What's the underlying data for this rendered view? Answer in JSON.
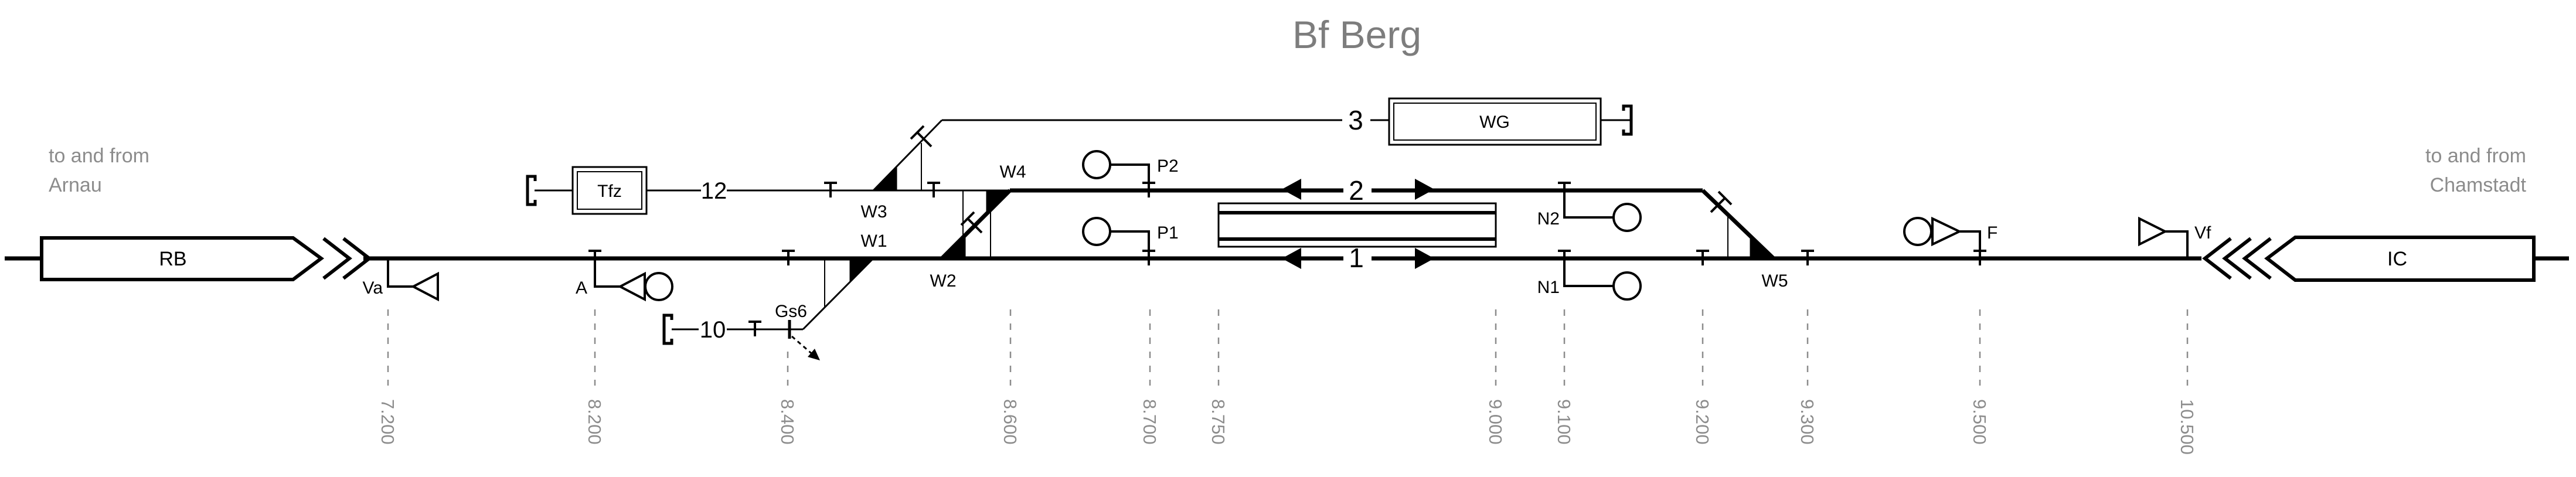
{
  "title": "Bf Berg",
  "connections": {
    "left": {
      "line1": "to and from",
      "line2": "Arnau"
    },
    "right": {
      "line1": "to and from",
      "line2": "Chamstadt"
    }
  },
  "trains": {
    "left_label": "RB",
    "right_label": "IC"
  },
  "boxes": {
    "tfz_label": "Tfz",
    "wg_label": "WG"
  },
  "track_numbers": {
    "track1": "1",
    "track2": "2",
    "track3": "3",
    "track10": "10",
    "track12": "12"
  },
  "switch_labels": {
    "w1": "W1",
    "w2": "W2",
    "w3": "W3",
    "w4": "W4",
    "w5": "W5"
  },
  "derail_label": "Gs6",
  "signal_labels": {
    "va": "Va",
    "a": "A",
    "p1": "P1",
    "p2": "P2",
    "n1": "N1",
    "n2": "N2",
    "f": "F",
    "vf": "Vf"
  },
  "km_markers": [
    {
      "label": "7.200"
    },
    {
      "label": "8.200"
    },
    {
      "label": "8.400"
    },
    {
      "label": "8.600"
    },
    {
      "label": "8.700"
    },
    {
      "label": "8.750"
    },
    {
      "label": "9.000"
    },
    {
      "label": "9.100"
    },
    {
      "label": "9.200"
    },
    {
      "label": "9.300"
    },
    {
      "label": "9.500"
    },
    {
      "label": "10.500"
    }
  ],
  "colors": {
    "ink": "#000000",
    "muted_text": "#8c8c8c",
    "background": "#ffffff"
  }
}
